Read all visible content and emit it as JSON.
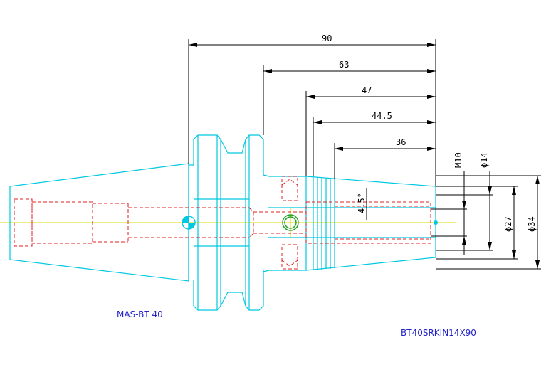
{
  "labels": {
    "standard": "MAS-BT 40",
    "part_number": "BT40SRKIN14X90"
  },
  "dimensions": {
    "len_90": "90",
    "len_63": "63",
    "len_47": "47",
    "len_44_5": "44.5",
    "len_36": "36",
    "thread": "M10",
    "dia_14": "ϕ14",
    "dia_27": "ϕ27",
    "dia_34": "ϕ34",
    "angle": "4.5°"
  },
  "colors": {
    "outline": "#00c8e0",
    "hidden": "#e02020",
    "centerline": "#d8d800",
    "dimension": "#000000",
    "text_blue": "#2222cc",
    "green": "#20a020"
  }
}
